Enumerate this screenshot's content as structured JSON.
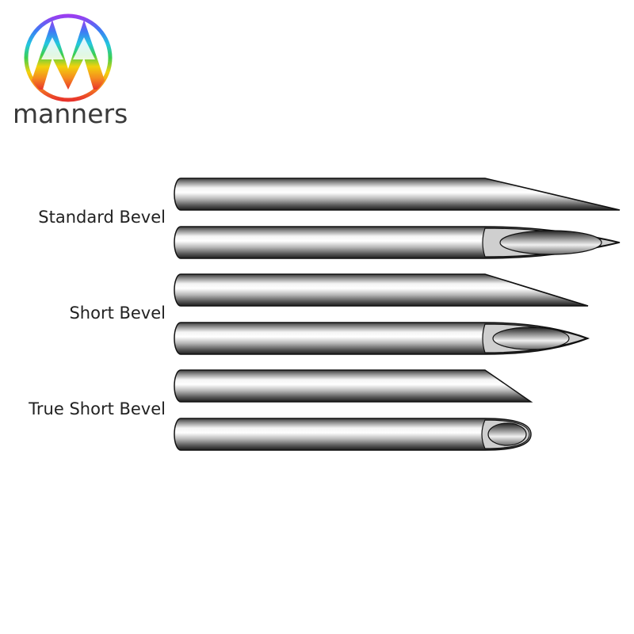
{
  "brand": {
    "name": "manners",
    "logo_icon": "rainbow-m-logo-icon",
    "logo_colors": [
      "#9b3df0",
      "#3d7bf5",
      "#23c6e0",
      "#3ccf4e",
      "#f2d20c",
      "#f58a1f",
      "#e8342c"
    ]
  },
  "bevels": [
    {
      "label": "Standard Bevel",
      "side_icon": "standard-bevel-side-view-icon",
      "front_icon": "standard-bevel-top-view-icon"
    },
    {
      "label": "Short Bevel",
      "side_icon": "short-bevel-side-view-icon",
      "front_icon": "short-bevel-top-view-icon"
    },
    {
      "label": "True Short Bevel",
      "side_icon": "true-short-bevel-side-view-icon",
      "front_icon": "true-short-bevel-top-view-icon"
    }
  ],
  "colors": {
    "steel_dark": "#2e2e2e",
    "steel_light": "#f2f2f2",
    "outline": "#111111"
  }
}
